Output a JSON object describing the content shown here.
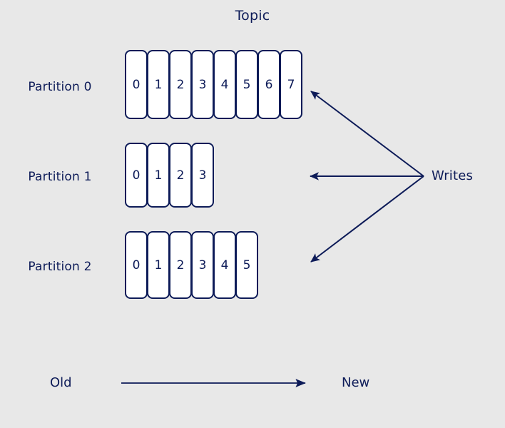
{
  "diagram": {
    "title": "Topic",
    "background_color": "#e8e8e8",
    "accent_color": "#0d1b58",
    "cell_fill_color": "#ffffff",
    "partitions": [
      {
        "label": "Partition 0",
        "offsets": [
          "0",
          "1",
          "2",
          "3",
          "4",
          "5",
          "6",
          "7"
        ]
      },
      {
        "label": "Partition 1",
        "offsets": [
          "0",
          "1",
          "2",
          "3"
        ]
      },
      {
        "label": "Partition 2",
        "offsets": [
          "0",
          "1",
          "2",
          "3",
          "4",
          "5"
        ]
      }
    ],
    "writes": {
      "label": "Writes",
      "arrow_count": 3
    },
    "timeline": {
      "old_label": "Old",
      "new_label": "New"
    }
  }
}
